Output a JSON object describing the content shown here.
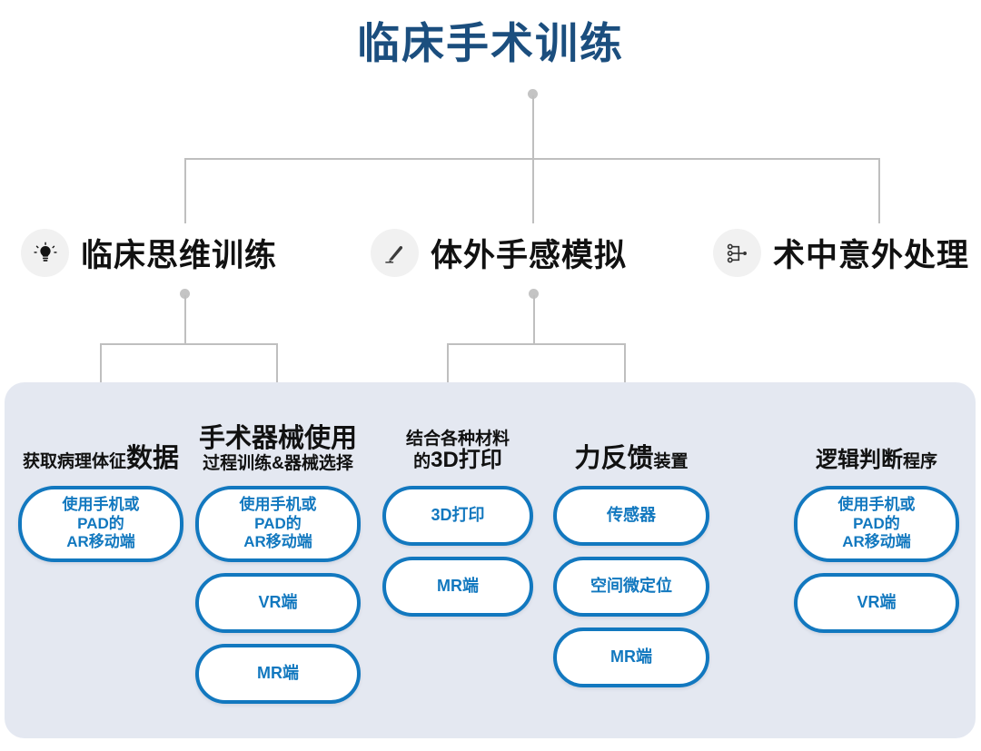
{
  "title": "临床手术训练",
  "colors": {
    "title": "#1b4e7e",
    "pill_border": "#1278bf",
    "pill_text": "#1278bf",
    "panel_bg": "#e4e8f1",
    "connector": "#bfbfbf",
    "branch_text": "#111111",
    "icon_bg": "#f1f1f1"
  },
  "branches": [
    {
      "icon": "lightbulb-icon",
      "label": "临床思维训练"
    },
    {
      "icon": "scalpel-icon",
      "label": "体外手感模拟"
    },
    {
      "icon": "node-tree-icon",
      "label": "术中意外处理"
    }
  ],
  "columns": [
    {
      "id": "col-data-acquisition",
      "head_lines": [
        {
          "text": "获取病理体征",
          "size": "h-sm"
        },
        {
          "text": "数据",
          "size": "h-lg",
          "inline": true
        }
      ],
      "items": [
        {
          "lines": [
            "使用手机或",
            "PAD的",
            "AR移动端"
          ]
        }
      ]
    },
    {
      "id": "col-instrument-use",
      "head_lines": [
        {
          "text": "手术器械使用",
          "size": "h-lg"
        },
        {
          "text": "过程训练&器械选择",
          "size": "h-sm"
        }
      ],
      "items": [
        {
          "lines": [
            "使用手机或",
            "PAD的",
            "AR移动端"
          ]
        },
        {
          "lines": [
            "VR端"
          ]
        },
        {
          "lines": [
            "MR端"
          ]
        }
      ]
    },
    {
      "id": "col-3d-printing",
      "head_lines": [
        {
          "text": "结合各种材料",
          "size": "h-sm"
        },
        {
          "text": "的",
          "size": "h-sm",
          "inline2": true
        },
        {
          "text": "3D打印",
          "size": "h-md"
        }
      ],
      "items": [
        {
          "lines": [
            "3D打印"
          ]
        },
        {
          "lines": [
            "MR端"
          ]
        }
      ]
    },
    {
      "id": "col-force-feedback",
      "head_lines": [
        {
          "text": "力反馈",
          "size": "h-lg"
        },
        {
          "text": "装置",
          "size": "h-sm",
          "inline": true
        }
      ],
      "items": [
        {
          "lines": [
            "传感器"
          ]
        },
        {
          "lines": [
            "空间微定位"
          ]
        },
        {
          "lines": [
            "MR端"
          ]
        }
      ]
    },
    {
      "id": "col-logic-program",
      "head_lines": [
        {
          "text": "逻辑判断",
          "size": "h-md"
        },
        {
          "text": "程序",
          "size": "h-sm",
          "inline": true
        }
      ],
      "items": [
        {
          "lines": [
            "使用手机或",
            "PAD的",
            "AR移动端"
          ]
        },
        {
          "lines": [
            "VR端"
          ]
        }
      ]
    }
  ]
}
